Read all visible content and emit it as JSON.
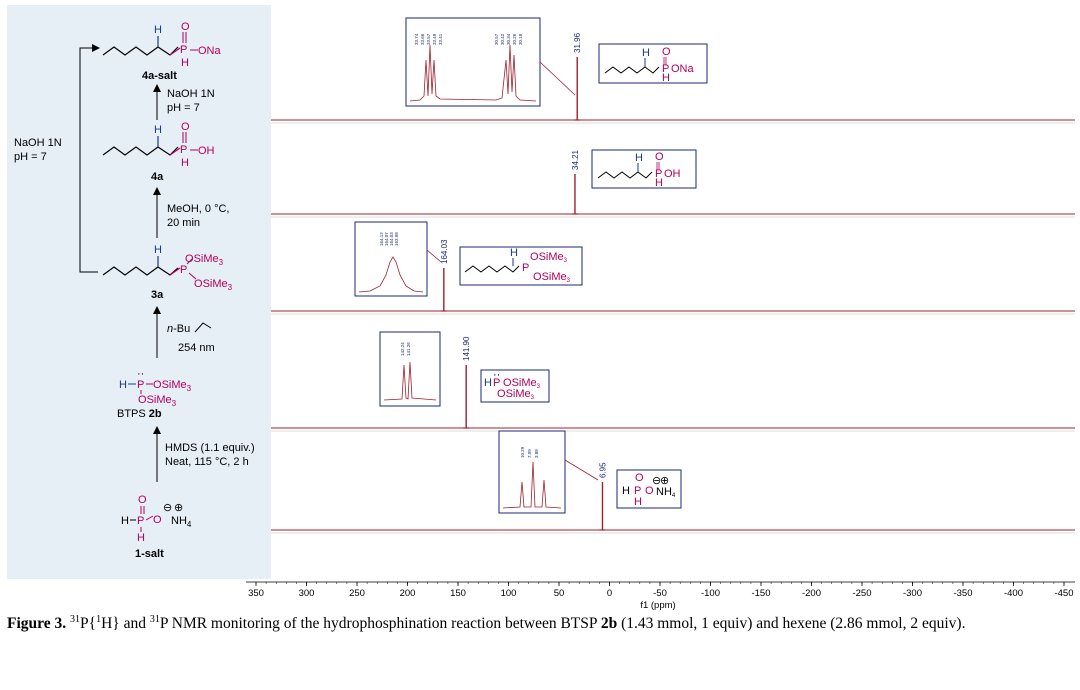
{
  "scheme": {
    "compounds": [
      {
        "id": "4a-salt",
        "label": "4a-salt",
        "tail": "ONa"
      },
      {
        "id": "4a",
        "label": "4a",
        "tail": "OH"
      },
      {
        "id": "3a",
        "label": "3a",
        "sub1": "OSiMe3",
        "sub2": "OSiMe3"
      },
      {
        "id": "2b",
        "label_prefix": "BTPS ",
        "label_bold": "2b"
      },
      {
        "id": "1-salt",
        "label": "1-salt"
      }
    ],
    "atoms": {
      "P": "P",
      "H": "H",
      "O": "O",
      "Na": "Na",
      "NH4": "NH",
      "SiMe3": "SiMe",
      "three": "3",
      "four": "4",
      "minus": "⊖",
      "plus": "⊕",
      "dots": "··"
    },
    "conditions": {
      "side": [
        "NaOH 1N",
        "pH = 7"
      ],
      "step_salt": [
        "NaOH 1N",
        "pH = 7"
      ],
      "step_meoh": [
        "MeOH, 0 °C,",
        "20 min"
      ],
      "step_hv_reagent_italic": "n",
      "step_hv_reagent": "-Bu",
      "step_hv_wavelength": "254 nm",
      "step_hmds": [
        "HMDS (1.1 equiv.)",
        "Neat, 115 °C, 2 h"
      ]
    }
  },
  "chart_data": {
    "type": "line",
    "title": "",
    "xlabel": "f1 (ppm)",
    "ylabel": "",
    "xlim": [
      350,
      -450
    ],
    "x_ticks": [
      350,
      300,
      250,
      200,
      150,
      100,
      50,
      0,
      -50,
      -100,
      -150,
      -200,
      -250,
      -300,
      -350,
      -400,
      -450
    ],
    "x_tick_labels": [
      "350",
      "300",
      "250",
      "200",
      "150",
      "100",
      "50",
      "0",
      "-50",
      "-100",
      "-150",
      "-200",
      "-250",
      "-300",
      "-350",
      "-400",
      "-450"
    ],
    "series": [
      {
        "compound": "4a-salt",
        "peaks": [
          {
            "shift": 31.96,
            "label": "31.96"
          }
        ],
        "inset_labels": [
          "33.74",
          "33.66",
          "33.57",
          "33.49",
          "33.41",
          "30.57",
          "30.42",
          "30.34",
          "30.26",
          "30.18"
        ]
      },
      {
        "compound": "4a",
        "peaks": [
          {
            "shift": 34.21,
            "label": "34.21"
          }
        ],
        "inset_labels": []
      },
      {
        "compound": "3a",
        "peaks": [
          {
            "shift": 164.03,
            "label": "164.03"
          }
        ],
        "inset_labels": [
          "164.12",
          "164.07",
          "164.03",
          "163.98"
        ]
      },
      {
        "compound": "2b",
        "peaks": [
          {
            "shift": 141.9,
            "label": "141.90"
          }
        ],
        "inset_labels": [
          "142.24",
          "141.26"
        ]
      },
      {
        "compound": "1-salt",
        "peaks": [
          {
            "shift": 6.95,
            "label": "6.95"
          }
        ],
        "inset_labels": [
          "10.29",
          "7.09",
          "3.88"
        ]
      }
    ]
  },
  "caption": {
    "figure_label": "Figure 3.",
    "sup_31": "31",
    "p_open": "P{",
    "sup_1": "1",
    "h_close": "H} and ",
    "sup_31b": "31",
    "text_1": "P NMR monitoring of the hydrophosphination reaction between BTSP ",
    "bold_2b": "2b",
    "text_2": " (1.43 mmol, 1 equiv) and hexene (2.86 mmol, 2 equiv)."
  },
  "colors": {
    "spectrum": "#a0202c",
    "phosphorus": "#b4005c",
    "blue_label": "#1b2a7a",
    "panel": "#e6eef6"
  }
}
